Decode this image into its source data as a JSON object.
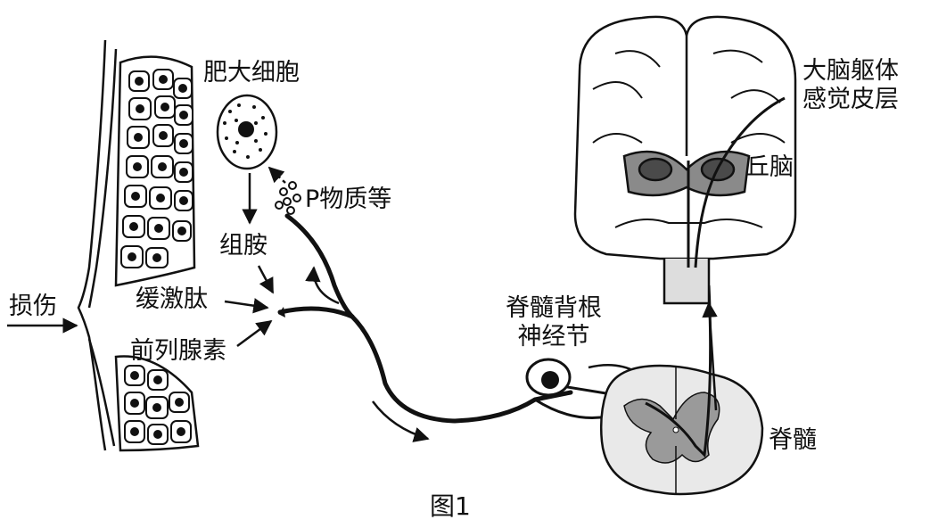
{
  "labels": {
    "injury": "损伤",
    "mast_cell": "肥大细胞",
    "substance_p": "P物质等",
    "histamine": "组胺",
    "bradykinin": "缓激肽",
    "prostaglandin": "前列腺素",
    "drg_line1": "脊髓背根",
    "drg_line2": "神经节",
    "spinal_cord": "脊髓",
    "thalamus": "丘脑",
    "cortex_line1": "大脑躯体",
    "cortex_line2": "感觉皮层"
  },
  "caption": "图1"
}
